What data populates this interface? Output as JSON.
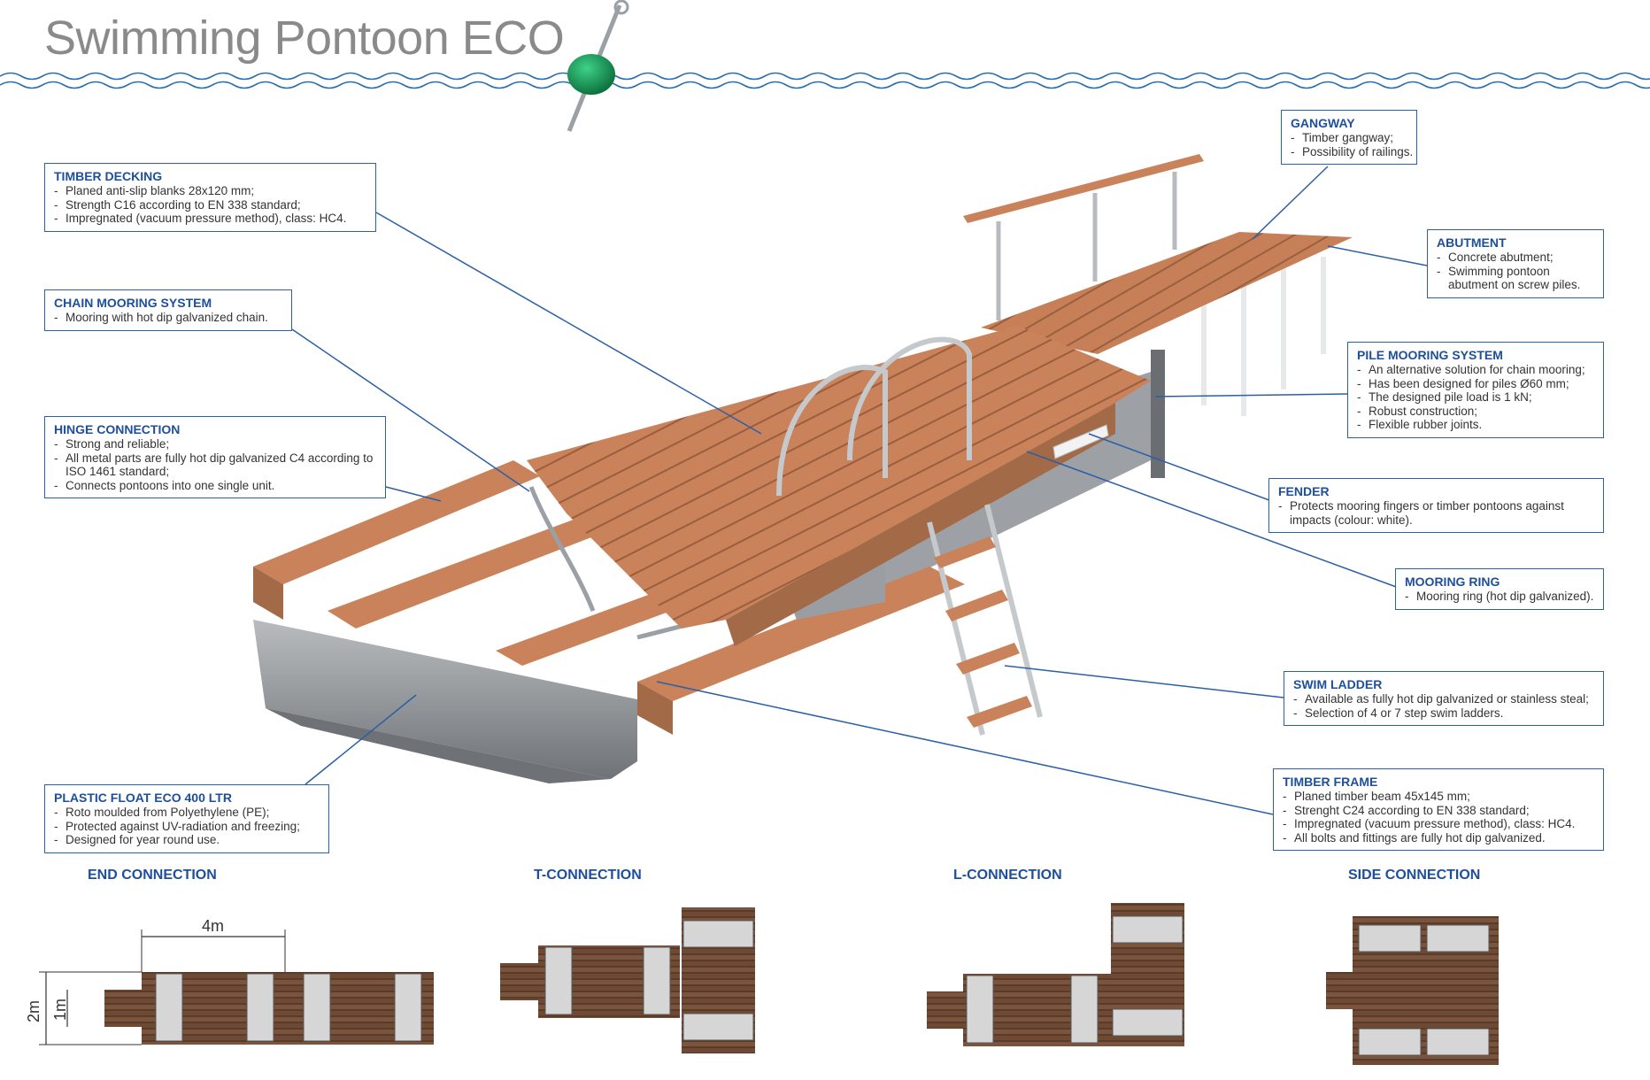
{
  "title": "Swimming Pontoon ECO",
  "colors": {
    "accent_blue": "#1d4f9a",
    "timber": "#c9825a",
    "timber_dark": "#8a5a3c",
    "float_grey": "#8f9397",
    "title_grey": "#8a8a8a",
    "buoy_green": "#0e8a4a"
  },
  "callouts": {
    "timber_decking": {
      "title": "TIMBER DECKING",
      "lines": [
        "Planed anti-slip blanks 28x120 mm;",
        "Strength C16 according to EN 338 standard;",
        "Impregnated (vacuum pressure method), class: HC4."
      ]
    },
    "chain_mooring": {
      "title": "CHAIN MOORING SYSTEM",
      "lines": [
        "Mooring with hot dip galvanized chain."
      ]
    },
    "hinge_connection": {
      "title": "HINGE CONNECTION",
      "lines": [
        "Strong and reliable;",
        "All metal parts are fully hot dip galvanized C4 according to ISO 1461 standard;",
        "Connects  pontoons into one single unit."
      ]
    },
    "plastic_float": {
      "title": "PLASTIC FLOAT ECO 400 LTR",
      "lines": [
        "Roto moulded from Polyethylene (PE);",
        "Protected against UV-radiation and freezing;",
        "Designed for year round use."
      ]
    },
    "gangway": {
      "title": "GANGWAY",
      "lines": [
        "Timber gangway;",
        "Possibility of railings."
      ]
    },
    "abutment": {
      "title": "ABUTMENT",
      "lines": [
        "Concrete abutment;",
        "Swimming pontoon abutment on screw piles."
      ]
    },
    "pile_mooring": {
      "title": "PILE MOORING SYSTEM",
      "lines": [
        "An alternative solution for chain mooring;",
        "Has been designed for piles Ø60 mm;",
        "The designed pile load is 1 kN;",
        "Robust construction;",
        "Flexible rubber joints."
      ]
    },
    "fender": {
      "title": "FENDER",
      "lines": [
        "Protects mooring fingers or timber pontoons against impacts (colour: white)."
      ]
    },
    "mooring_ring": {
      "title": "MOORING RING",
      "lines": [
        "Mooring ring (hot dip galvanized)."
      ]
    },
    "swim_ladder": {
      "title": "SWIM LADDER",
      "lines": [
        "Available as fully hot dip galvanized or stainless steal;",
        "Selection of 4 or 7 step swim ladders."
      ]
    },
    "timber_frame": {
      "title": "TIMBER FRAME",
      "lines": [
        "Planed timber beam 45x145 mm;",
        "Strenght C24 according to EN 338 standard;",
        "Impregnated (vacuum pressure method), class: HC4.",
        "All bolts and fittings are fully hot dip galvanized."
      ]
    }
  },
  "connections": {
    "end": "END CONNECTION",
    "t": "T-CONNECTION",
    "l": "L-CONNECTION",
    "side": "SIDE CONNECTION"
  },
  "dimensions": {
    "length": "4m",
    "width": "2m",
    "half_width": "1m"
  }
}
